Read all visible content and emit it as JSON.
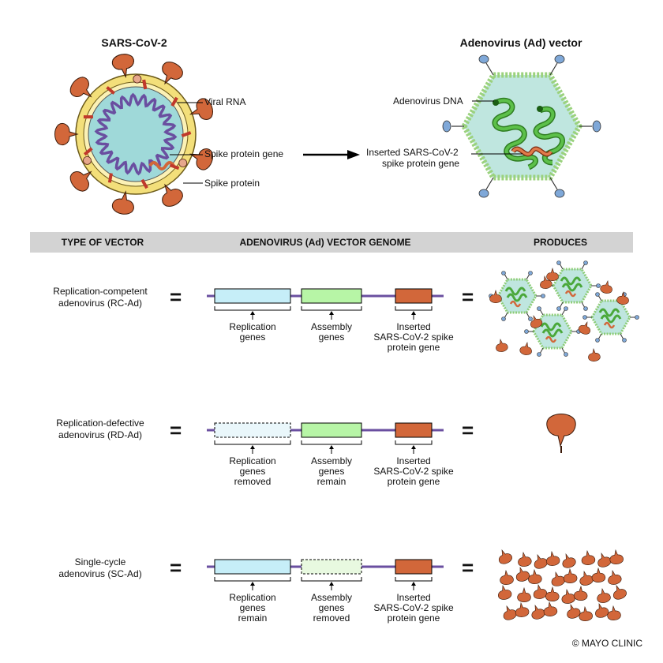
{
  "top": {
    "virus_title": "SARS-CoV-2",
    "vector_title": "Adenovirus (Ad) vector",
    "virus_labels": [
      "Viral RNA",
      "Spike protein gene",
      "Spike protein"
    ],
    "vector_labels": [
      "Adenovirus DNA",
      "Inserted SARS-CoV-2",
      "spike protein gene"
    ]
  },
  "table_header": {
    "type": "TYPE OF VECTOR",
    "genome": "ADENOVIRUS (Ad) VECTOR GENOME",
    "produces": "PRODUCES"
  },
  "rows": [
    {
      "name": [
        "Replication-competent",
        "adenovirus (RC-Ad)"
      ],
      "genes": [
        {
          "lines": [
            "Replication",
            "genes"
          ]
        },
        {
          "lines": [
            "Assembly",
            "genes"
          ]
        },
        {
          "lines": [
            "Inserted",
            "SARS-CoV-2 spike",
            "protein gene"
          ]
        }
      ]
    },
    {
      "name": [
        "Replication-defective",
        "adenovirus (RD-Ad)"
      ],
      "genes": [
        {
          "lines": [
            "Replication",
            "genes",
            "removed"
          ]
        },
        {
          "lines": [
            "Assembly",
            "genes",
            "remain"
          ]
        },
        {
          "lines": [
            "Inserted",
            "SARS-CoV-2 spike",
            "protein gene"
          ]
        }
      ]
    },
    {
      "name": [
        "Single-cycle",
        "adenovirus (SC-Ad)"
      ],
      "genes": [
        {
          "lines": [
            "Replication",
            "genes",
            "remain"
          ]
        },
        {
          "lines": [
            "Assembly",
            "genes",
            "removed"
          ]
        },
        {
          "lines": [
            "Inserted",
            "SARS-CoV-2 spike",
            "protein gene"
          ]
        }
      ]
    }
  ],
  "symbols": {
    "equals": "="
  },
  "copyright": "© MAYO CLINIC",
  "colors": {
    "replication": "#c6eef8",
    "assembly": "#b7f5a6",
    "spike_gene": "#d2673a",
    "spike_protein": "#d2673a",
    "backbone": "#6a4fa0",
    "capsid_fill": "#bfe6df",
    "capsid_bead": "#d6f0b0",
    "dna": "#4aa83a",
    "header_bar": "#d3d3d3"
  },
  "icons": [
    "virus-icon",
    "adenovirus-icon",
    "arrow-right-icon",
    "spike-protein-icon"
  ]
}
